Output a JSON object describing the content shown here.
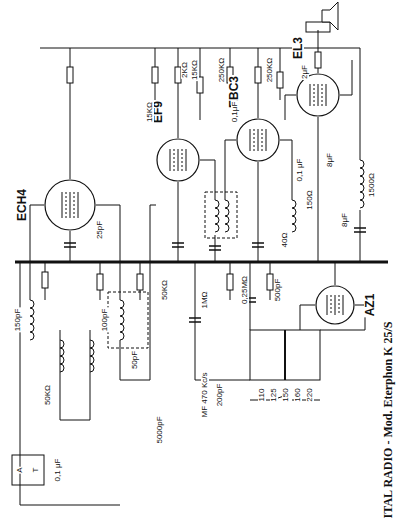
{
  "diagram": {
    "title": "ITAL RADIO - Mod. Eterphon K 25/S",
    "nodes": [
      {
        "text": [
          "ECH4"
        ]
      },
      {
        "text": [
          "EF9"
        ]
      },
      {
        "text": [
          "EBC3"
        ]
      },
      {
        "text": [
          "EL3"
        ]
      },
      {
        "text": [
          "AZ1"
        ]
      }
    ],
    "labels": [
      "A",
      "T",
      "0,1 μF",
      "150pF",
      "50KΩ",
      "25pF",
      "MF 470 Kc/s",
      "200pF",
      "5000pF",
      "15KΩ",
      "100pF",
      "50pF",
      "2KΩ",
      "50KΩ",
      "1MΩ",
      "15KΩ",
      "0,1μF",
      "250KΩ",
      "250KΩ",
      "0,25MΩ",
      "500pF",
      "0,1 μF",
      "40Ω",
      "150Ω",
      "8μF",
      "8μF",
      "1500Ω",
      "110",
      "125",
      "150",
      "160",
      "220",
      "2μF"
    ]
  }
}
